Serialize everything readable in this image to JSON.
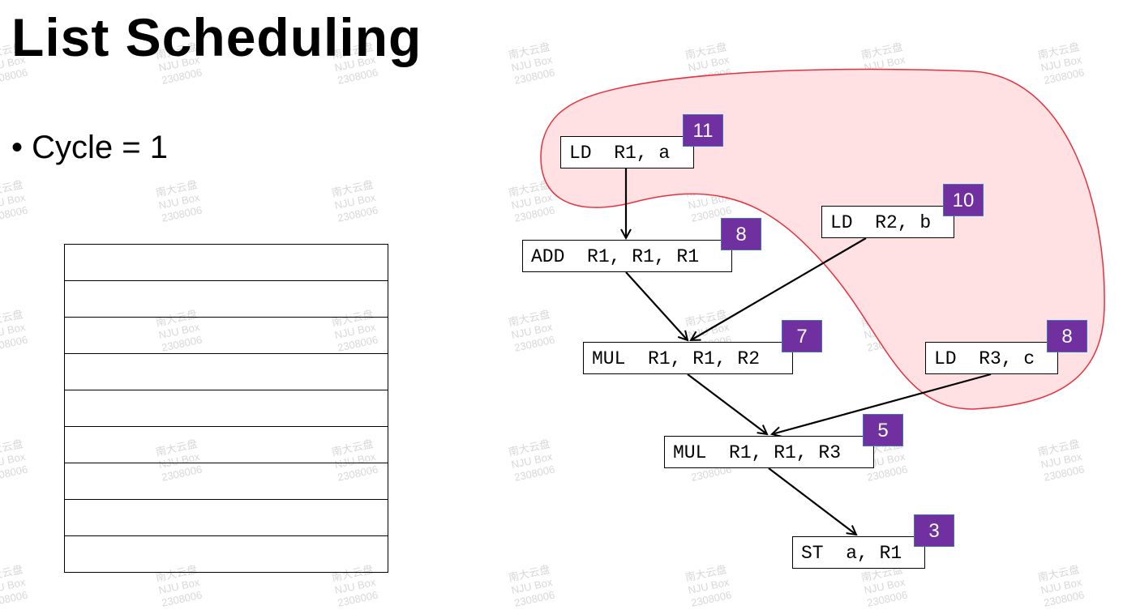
{
  "title": "List Scheduling",
  "bullet": "Cycle = 1",
  "schedule_rows": 9,
  "nodes": [
    {
      "id": "n1",
      "instr": "LD  R1, a",
      "priority": "11"
    },
    {
      "id": "n2",
      "instr": "ADD  R1, R1, R1",
      "priority": "8"
    },
    {
      "id": "n3",
      "instr": "LD  R2, b",
      "priority": "10"
    },
    {
      "id": "n4",
      "instr": "MUL  R1, R1, R2",
      "priority": "7"
    },
    {
      "id": "n5",
      "instr": "LD  R3, c",
      "priority": "8"
    },
    {
      "id": "n6",
      "instr": "MUL  R1, R1, R3",
      "priority": "5"
    },
    {
      "id": "n7",
      "instr": "ST  a, R1",
      "priority": "3"
    }
  ],
  "edges": [
    [
      "n1",
      "n2"
    ],
    [
      "n2",
      "n4"
    ],
    [
      "n3",
      "n4"
    ],
    [
      "n4",
      "n6"
    ],
    [
      "n5",
      "n6"
    ],
    [
      "n6",
      "n7"
    ]
  ],
  "colors": {
    "badge": "#7030a0",
    "highlight_fill": "#ffe0e3",
    "highlight_stroke": "#e8303c"
  },
  "watermark": [
    "南大云盘",
    "NJU Box",
    "2308006"
  ]
}
